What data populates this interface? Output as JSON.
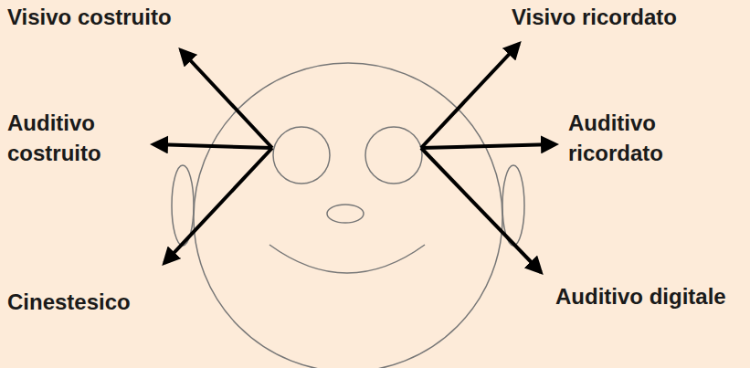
{
  "diagram": {
    "labels": [
      "Visivo costruito",
      "Auditivo costruito",
      "Cinestesico",
      "Visivo ricordato",
      "Auditivo ricordato",
      "Auditivo digitale"
    ]
  }
}
